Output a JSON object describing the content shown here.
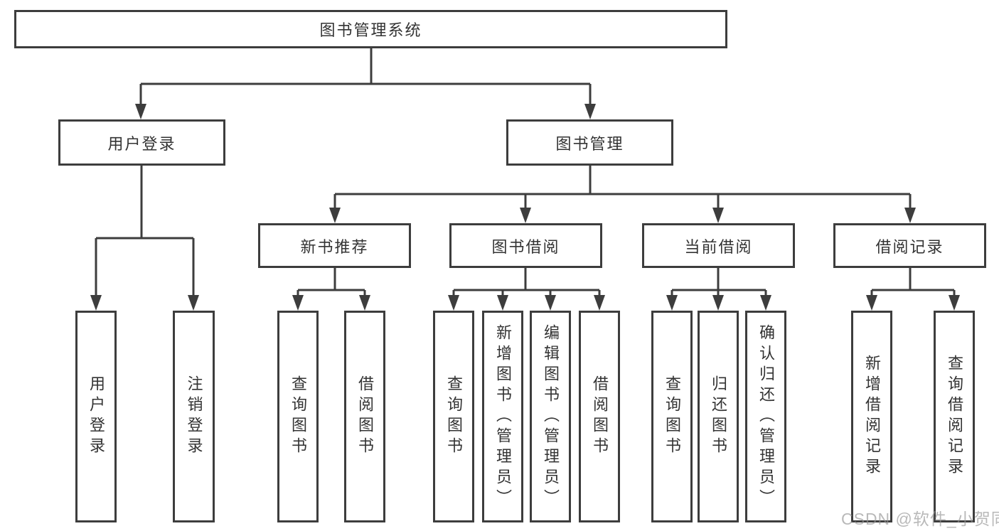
{
  "diagram": {
    "root": {
      "label": "图书管理系统",
      "children": [
        {
          "label": "用户登录",
          "children": [
            {
              "label": "用户登录"
            },
            {
              "label": "注销登录"
            }
          ]
        },
        {
          "label": "图书管理",
          "children": [
            {
              "label": "新书推荐",
              "children": [
                {
                  "label": "查询图书"
                },
                {
                  "label": "借阅图书"
                }
              ]
            },
            {
              "label": "图书借阅",
              "children": [
                {
                  "label": "查询图书"
                },
                {
                  "label": "新增图书（管理员）"
                },
                {
                  "label": "编辑图书（管理员）"
                },
                {
                  "label": "借阅图书"
                }
              ]
            },
            {
              "label": "当前借阅",
              "children": [
                {
                  "label": "查询图书"
                },
                {
                  "label": "归还图书"
                },
                {
                  "label": "确认归还（管理员）"
                }
              ]
            },
            {
              "label": "借阅记录",
              "children": [
                {
                  "label": "新增借阅记录"
                },
                {
                  "label": "查询借阅记录"
                }
              ]
            }
          ]
        }
      ]
    }
  },
  "watermark": {
    "text": "CSDN @软件_小贺同学"
  },
  "colors": {
    "line": "#3d3d3d",
    "box_border": "#3d3d3d",
    "text": "#333333",
    "watermark": "#949494",
    "background": "#ffffff"
  }
}
